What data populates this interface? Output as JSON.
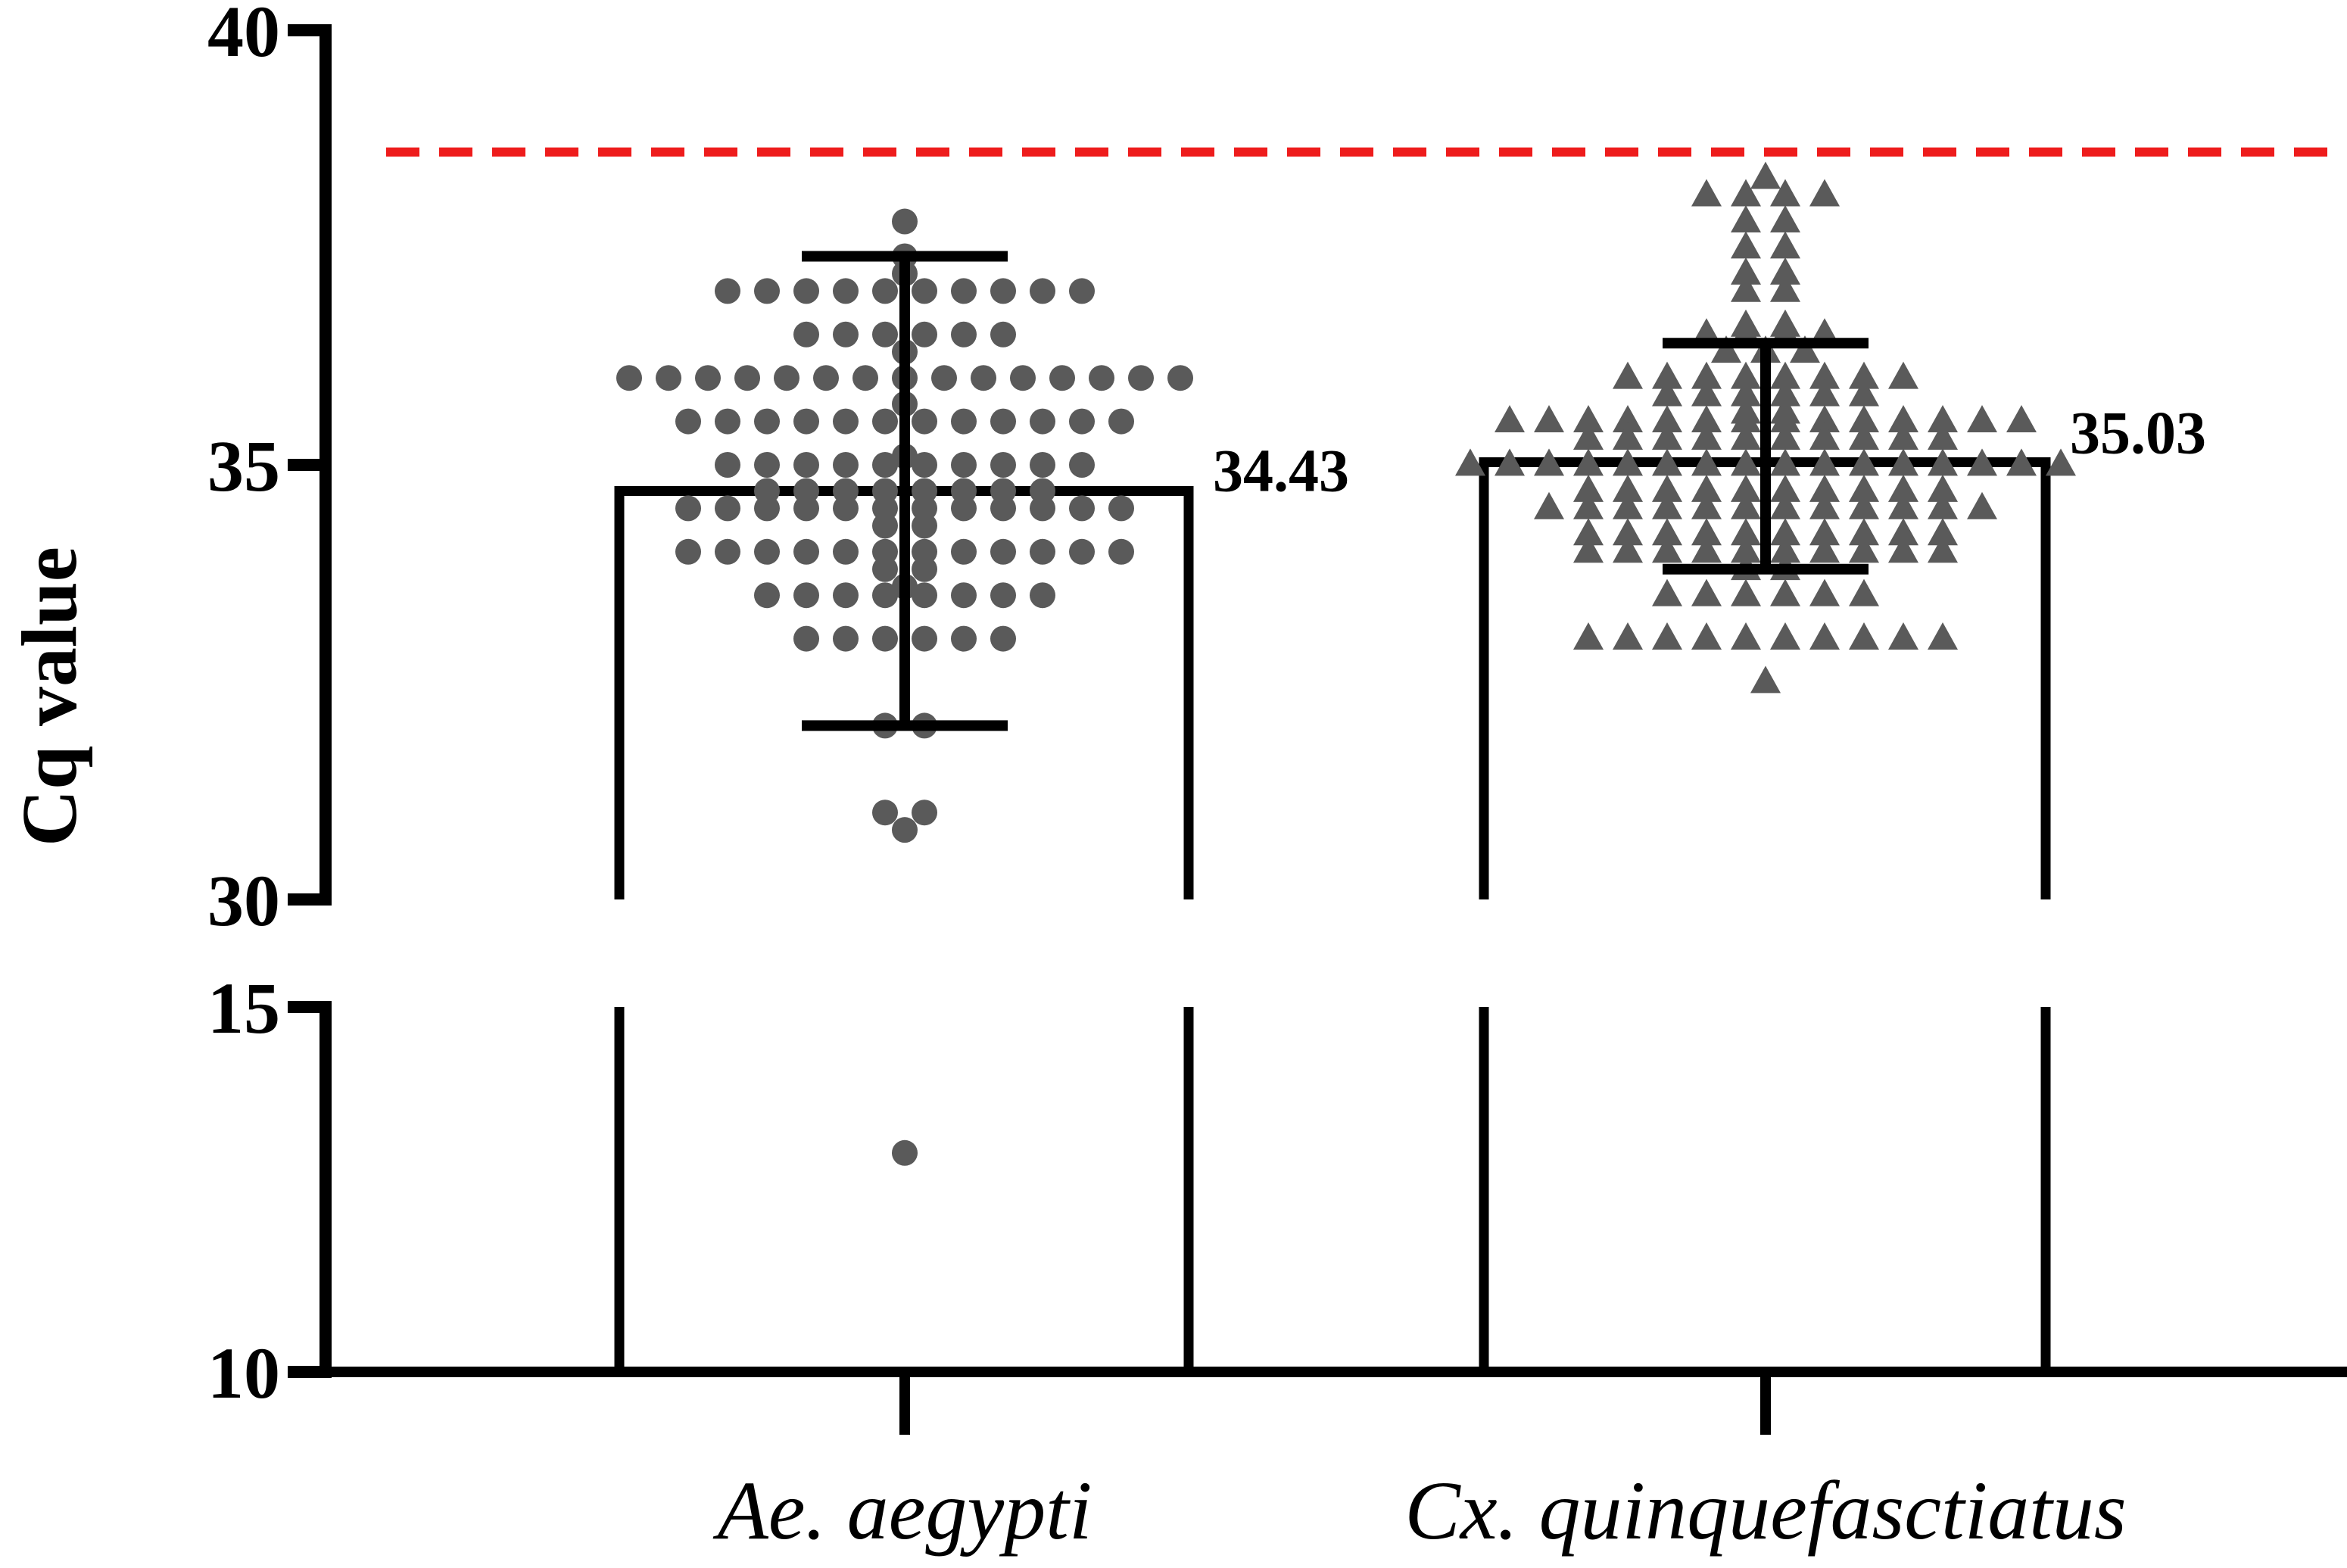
{
  "chart_data": {
    "type": "bar",
    "ylabel": "Cq value",
    "xlabel": "",
    "title": "",
    "y_axis_broken": true,
    "y_segments": [
      {
        "range": [
          10,
          15
        ],
        "ticks": [
          10,
          15
        ]
      },
      {
        "range": [
          30,
          40
        ],
        "ticks": [
          30,
          35,
          40
        ]
      }
    ],
    "threshold_line": {
      "value": 38.6,
      "color": "#ee1c1c",
      "style": "dashed"
    },
    "categories": [
      "Ae. aegypti",
      "Cx. quinquefasctiatus"
    ],
    "series": [
      {
        "category": "Ae. aegypti",
        "marker": "circle",
        "mean": 34.43,
        "mean_label": "34.43",
        "error_high": 37.4,
        "error_low": 32.0,
        "bar_top": 34.7,
        "bar_tiers": [
          {
            "value": 37.8,
            "count": 1
          },
          {
            "value": 37.4,
            "count": 1
          },
          {
            "value": 37.2,
            "count": 1
          },
          {
            "value": 37.0,
            "count": 10
          },
          {
            "value": 36.5,
            "count": 6
          },
          {
            "value": 36.3,
            "count": 1
          },
          {
            "value": 36.0,
            "count": 15
          },
          {
            "value": 35.7,
            "count": 1
          },
          {
            "value": 35.5,
            "count": 12
          },
          {
            "value": 35.1,
            "count": 1
          },
          {
            "value": 35.0,
            "count": 10
          },
          {
            "value": 34.7,
            "count": 8
          },
          {
            "value": 34.5,
            "count": 12
          },
          {
            "value": 34.3,
            "count": 2
          },
          {
            "value": 34.0,
            "count": 12
          },
          {
            "value": 33.8,
            "count": 2
          },
          {
            "value": 33.6,
            "count": 1
          },
          {
            "value": 33.5,
            "count": 8
          },
          {
            "value": 33.0,
            "count": 6
          },
          {
            "value": 32.0,
            "count": 2
          },
          {
            "value": 31.0,
            "count": 2
          },
          {
            "value": 30.8,
            "count": 1
          },
          {
            "value": 13.0,
            "count": 1
          }
        ]
      },
      {
        "category": "Cx. quinquefasctiatus",
        "marker": "triangle",
        "mean": 35.03,
        "mean_label": "35.03",
        "error_high": 36.4,
        "error_low": 33.8,
        "bar_top": 35.03,
        "bar_tiers": [
          {
            "value": 38.3,
            "count": 1
          },
          {
            "value": 38.1,
            "count": 4
          },
          {
            "value": 37.8,
            "count": 2
          },
          {
            "value": 37.5,
            "count": 2
          },
          {
            "value": 37.2,
            "count": 2
          },
          {
            "value": 37.0,
            "count": 2
          },
          {
            "value": 36.6,
            "count": 2
          },
          {
            "value": 36.5,
            "count": 4
          },
          {
            "value": 36.3,
            "count": 3
          },
          {
            "value": 36.0,
            "count": 8
          },
          {
            "value": 35.8,
            "count": 6
          },
          {
            "value": 35.6,
            "count": 2
          },
          {
            "value": 35.5,
            "count": 14
          },
          {
            "value": 35.3,
            "count": 10
          },
          {
            "value": 35.0,
            "count": 16
          },
          {
            "value": 34.7,
            "count": 10
          },
          {
            "value": 34.5,
            "count": 12
          },
          {
            "value": 34.2,
            "count": 10
          },
          {
            "value": 34.0,
            "count": 10
          },
          {
            "value": 33.8,
            "count": 2
          },
          {
            "value": 33.5,
            "count": 6
          },
          {
            "value": 33.0,
            "count": 10
          },
          {
            "value": 32.5,
            "count": 1
          }
        ]
      }
    ]
  }
}
